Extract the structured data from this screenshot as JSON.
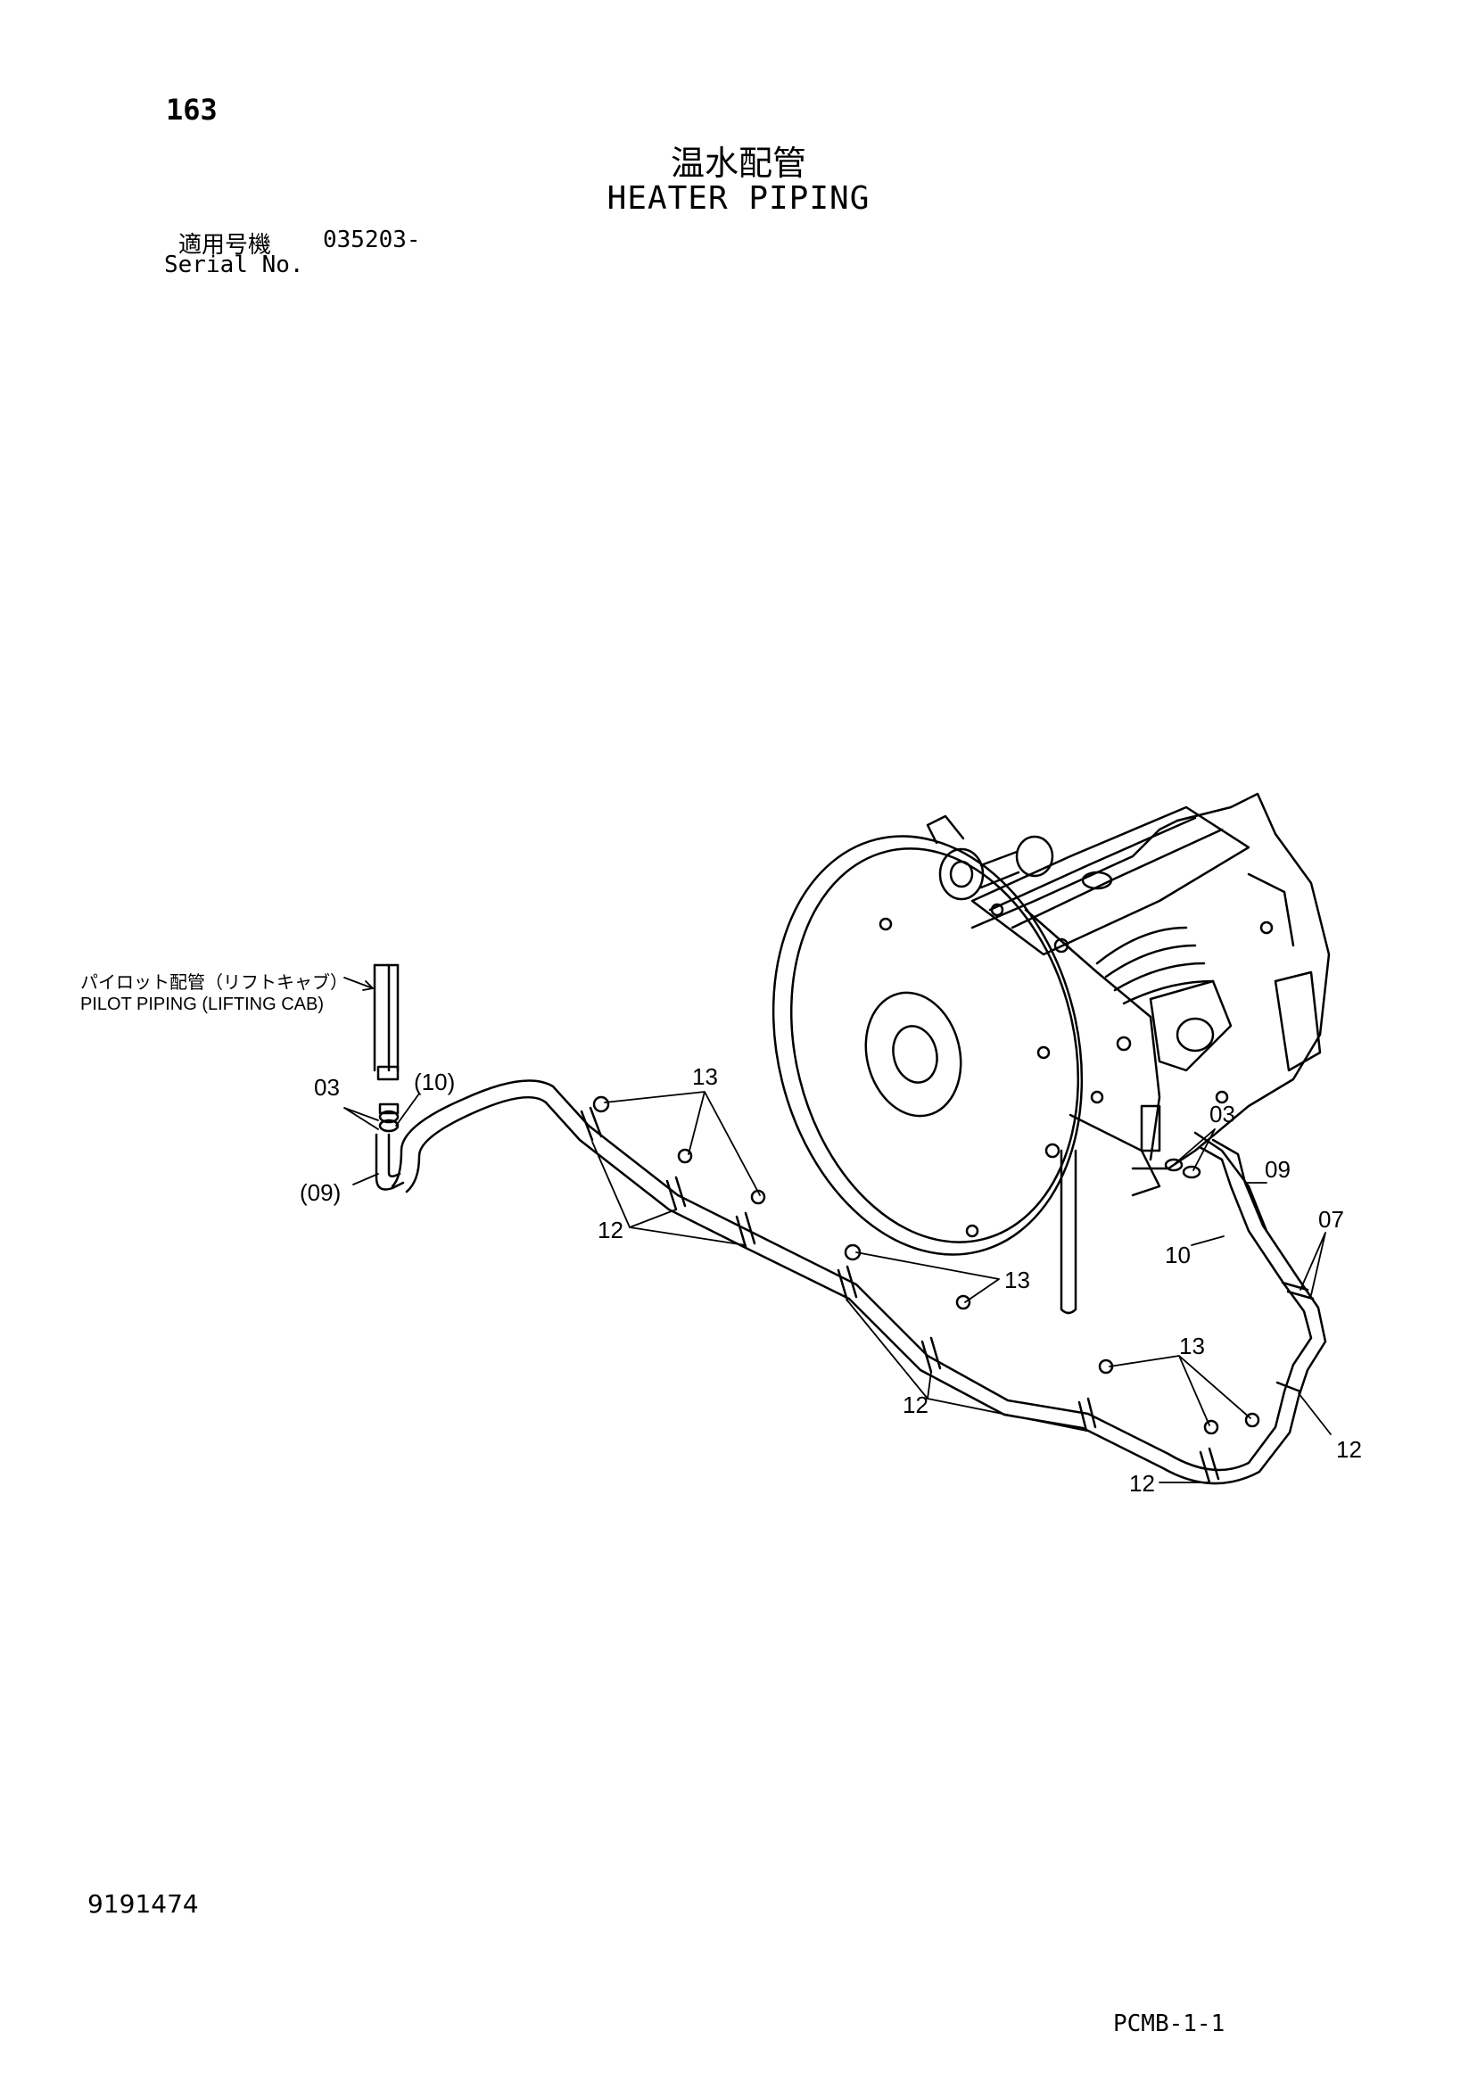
{
  "header": {
    "page_number": "163",
    "title_jp": "温水配管",
    "title_en": "HEATER PIPING",
    "serial_label_jp": "適用号機",
    "serial_value": "035203-",
    "serial_label_en": "Serial No."
  },
  "footer": {
    "doc_number": "9191474",
    "sheet_code": "PCMB-1-1"
  },
  "diagram": {
    "note_jp": "パイロット配管（リフトキャブ）",
    "note_en": "PILOT PIPING (LIFTING CAB)",
    "callouts": {
      "c03_left": "03",
      "c10_paren": "(10)",
      "c09_paren": "(09)",
      "c13_a": "13",
      "c12_a": "12",
      "c13_b": "13",
      "c12_b": "12",
      "c13_c": "13",
      "c12_c": "12",
      "c12_d": "12",
      "c03_right": "03",
      "c09": "09",
      "c10": "10",
      "c07": "07"
    }
  }
}
